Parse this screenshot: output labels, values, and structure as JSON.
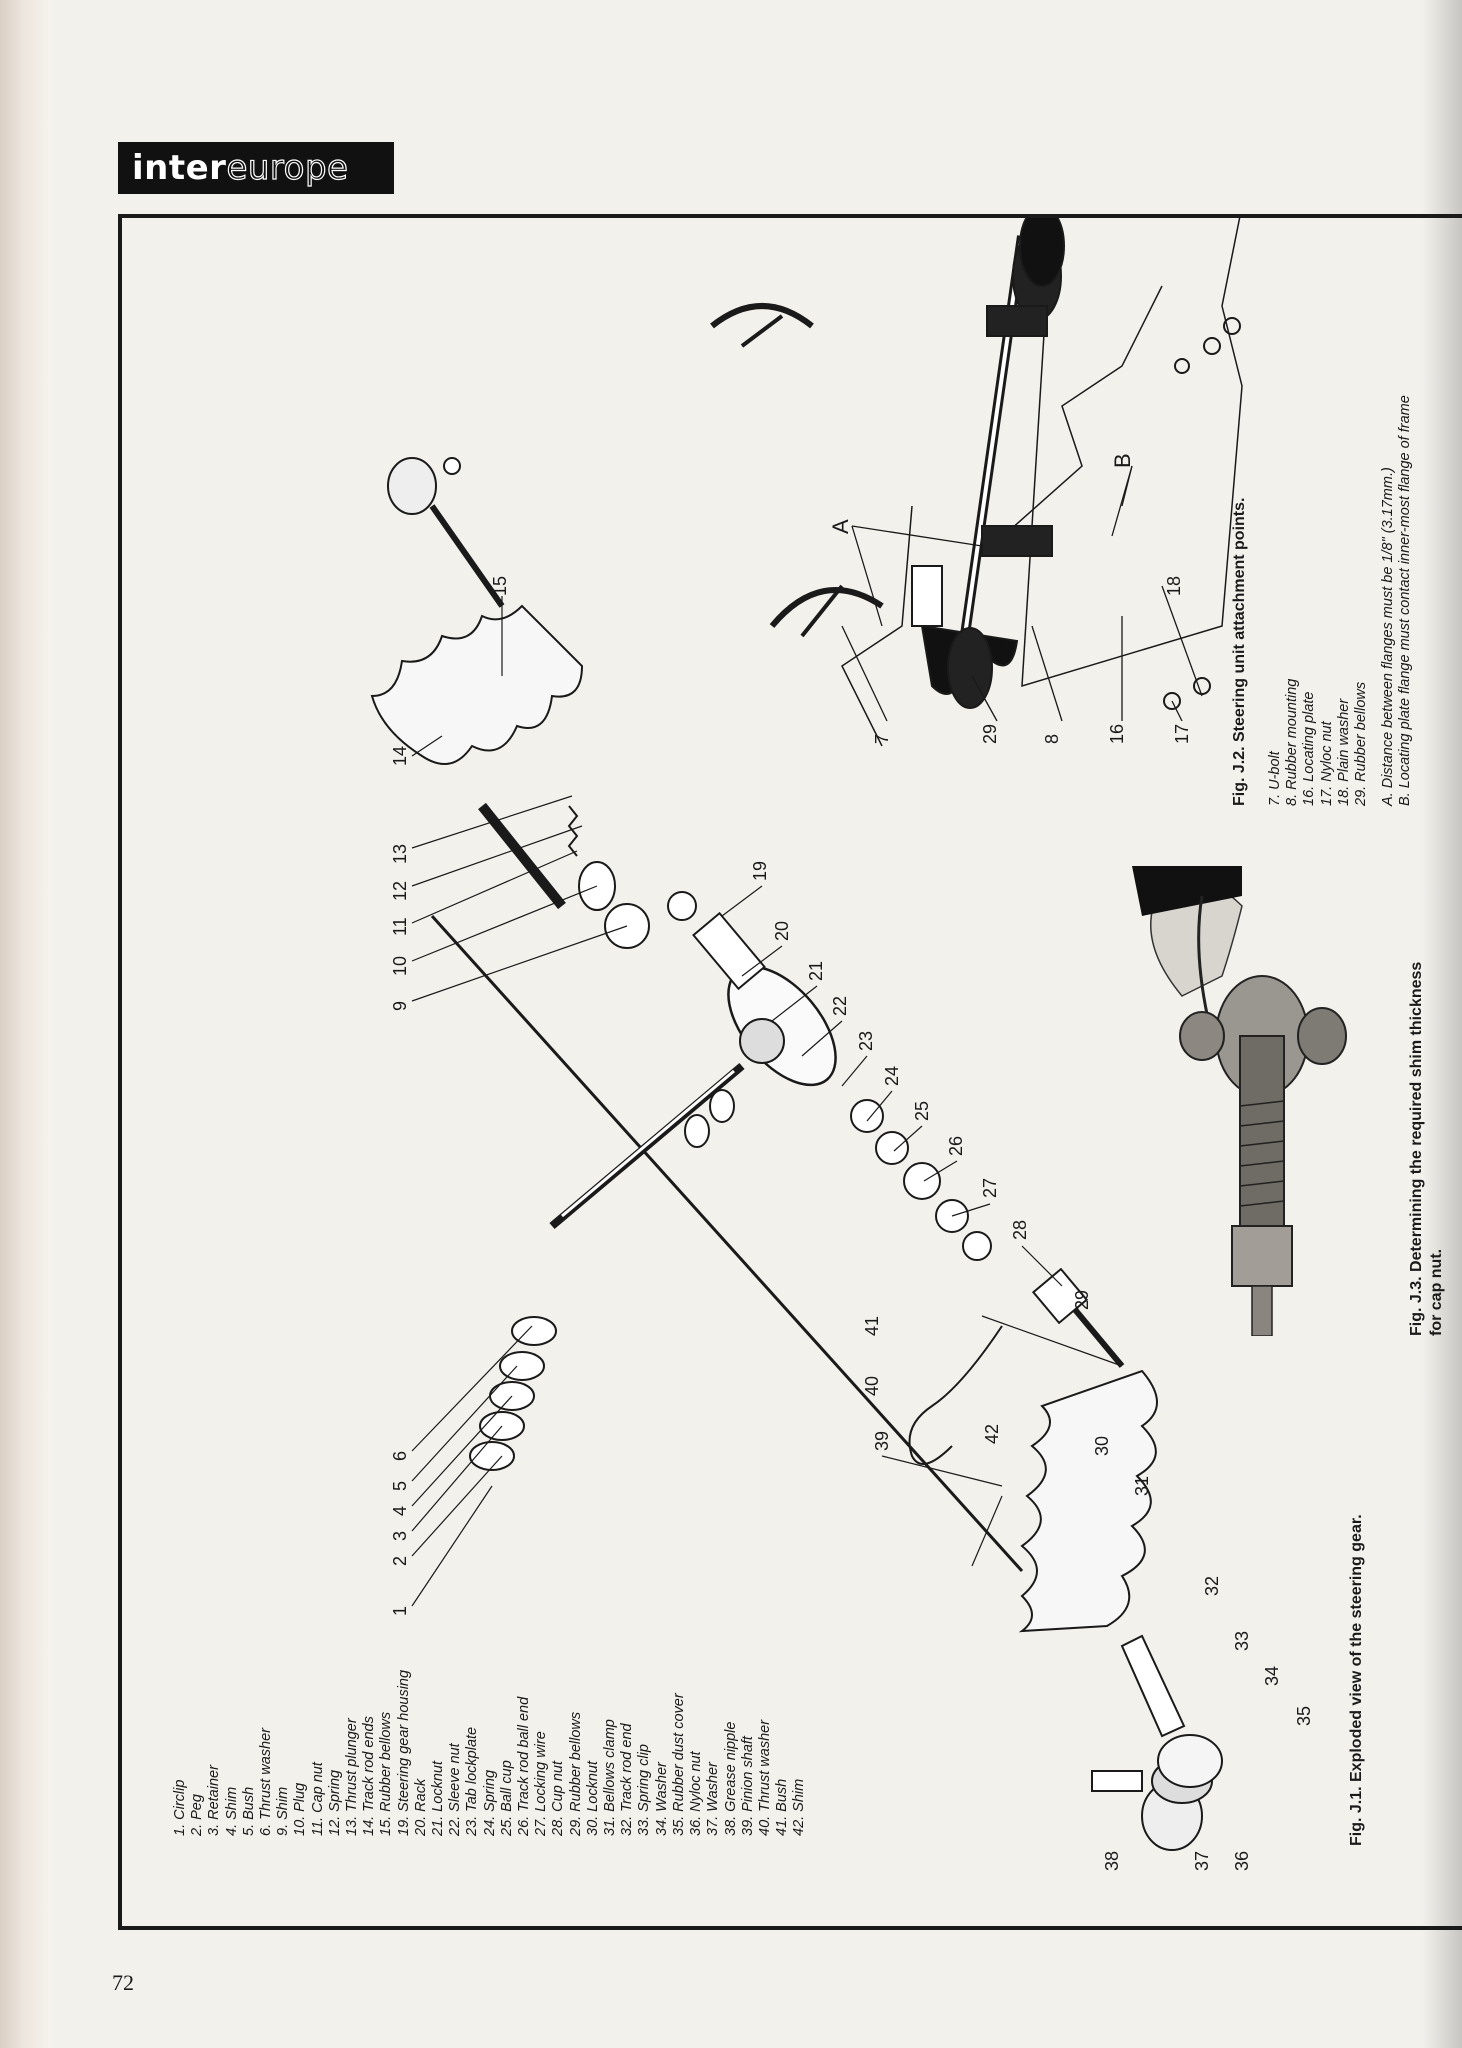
{
  "header": {
    "logo_bold": "inter",
    "logo_outline": "europe"
  },
  "page_number": "72",
  "fig_j1": {
    "caption": "Fig. J.1. Exploded view of the steering gear.",
    "legend": [
      "1. Circlip",
      "2. Peg",
      "3. Retainer",
      "4. Shim",
      "5. Bush",
      "6. Thrust washer",
      "9. Shim",
      "10. Plug",
      "11. Cap nut",
      "12. Spring",
      "13. Thrust plunger",
      "14. Track rod ends",
      "15. Rubber bellows",
      "19. Steering gear housing",
      "20. Rack",
      "21. Locknut",
      "22. Sleeve nut",
      "23. Tab lockplate",
      "24. Spring",
      "25. Ball cup",
      "26. Track rod ball end",
      "27. Locking wire",
      "28. Cup nut",
      "29. Rubber bellows",
      "30. Locknut",
      "31. Bellows clamp",
      "32. Track rod end",
      "33. Spring clip",
      "34. Washer",
      "35. Rubber dust cover",
      "36. Nyloc nut",
      "37. Washer",
      "38. Grease nipple",
      "39. Pinion shaft",
      "40. Thrust washer",
      "41. Bush",
      "42. Shim"
    ],
    "callouts_top": [
      "1",
      "2",
      "3",
      "4",
      "5",
      "6",
      "9",
      "10",
      "11",
      "12",
      "13",
      "14",
      "15"
    ],
    "callouts_mid": [
      "19",
      "20",
      "21",
      "22",
      "23",
      "24",
      "25",
      "26",
      "27",
      "28",
      "29",
      "39",
      "40",
      "41",
      "42"
    ],
    "callouts_bottom": [
      "30",
      "31",
      "32",
      "33",
      "34",
      "35",
      "36",
      "37",
      "38"
    ]
  },
  "fig_j2": {
    "caption": "Fig. J.2. Steering unit attachment points.",
    "legend": [
      "7. U-bolt",
      "8. Rubber mounting",
      "16. Locating plate",
      "17. Nyloc nut",
      "18. Plain washer",
      "29. Rubber bellows"
    ],
    "notes": [
      "A. Distance between flanges must be 1/8\" (3.17mm.)",
      "B. Locating plate flange must contact inner-most flange of frame"
    ],
    "callouts": [
      "29",
      "8",
      "16",
      "17",
      "7",
      "18"
    ],
    "letters": [
      "A",
      "B"
    ]
  },
  "fig_j3": {
    "caption_line1": "Fig. J.3. Determining the required shim thickness",
    "caption_line2": "for cap nut."
  }
}
